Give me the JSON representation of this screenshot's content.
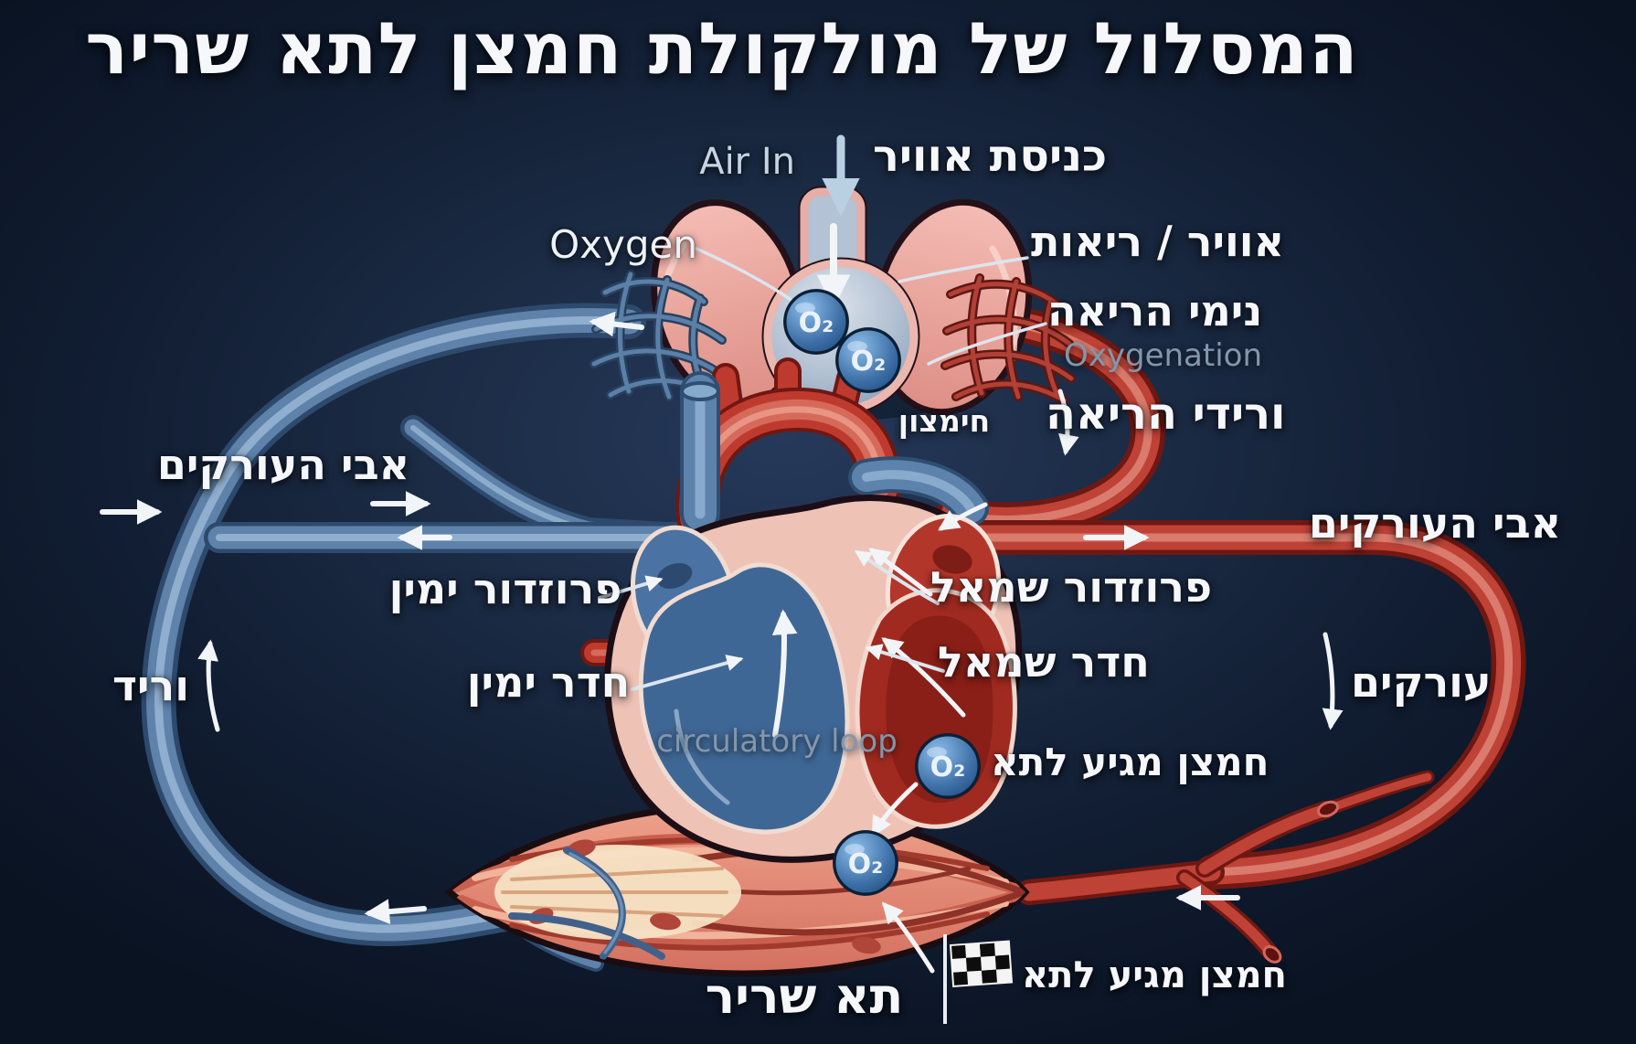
{
  "title": "המסלול של מולקולת חמצן לתא שריר",
  "molecule": {
    "symbol": "O₂"
  },
  "lungs_section": {
    "air_in_en": "Air In",
    "air_in_he": "כניסת אוויר",
    "oxygen_en": "Oxygen",
    "lungs_he": "אוויר / ריאות",
    "capillaries_he": "נימי הריאה",
    "oxygenation_en": "Oxygenation",
    "pulmonary_veins_he": "ורידי הריאה",
    "oxidation_he": "חימצון"
  },
  "left_side": {
    "aorta_he": "אבי העורקים",
    "vein_he": "וריד"
  },
  "right_side": {
    "aorta_he": "אבי העורקים",
    "arteries_he": "עורקים"
  },
  "heart_section": {
    "right_atrium_he": "פרוזדור ימין",
    "left_atrium_he": "פרוזדור שמאל",
    "right_ventricle_he": "חדר ימין",
    "left_ventricle_he": "חדר שמאל",
    "circulatory_loop_en": "circulatory loop"
  },
  "muscle_section": {
    "oxygen_reaches_cell_top_he": "חמצן מגיע לתא",
    "oxygen_reaches_cell_finish_he": "חמצן מגיע לתא",
    "muscle_cell_he": "תא שריר"
  },
  "colors": {
    "background_center": "#26395a",
    "background_edge": "#0a1322",
    "artery_red": "#bf3a2e",
    "vein_blue": "#5d82ab",
    "lung_pink": "#eba8a0",
    "molecule_blue": "#2e5f93",
    "label_white": "#f5f7fa",
    "annotation_gray": "#8296ac"
  }
}
